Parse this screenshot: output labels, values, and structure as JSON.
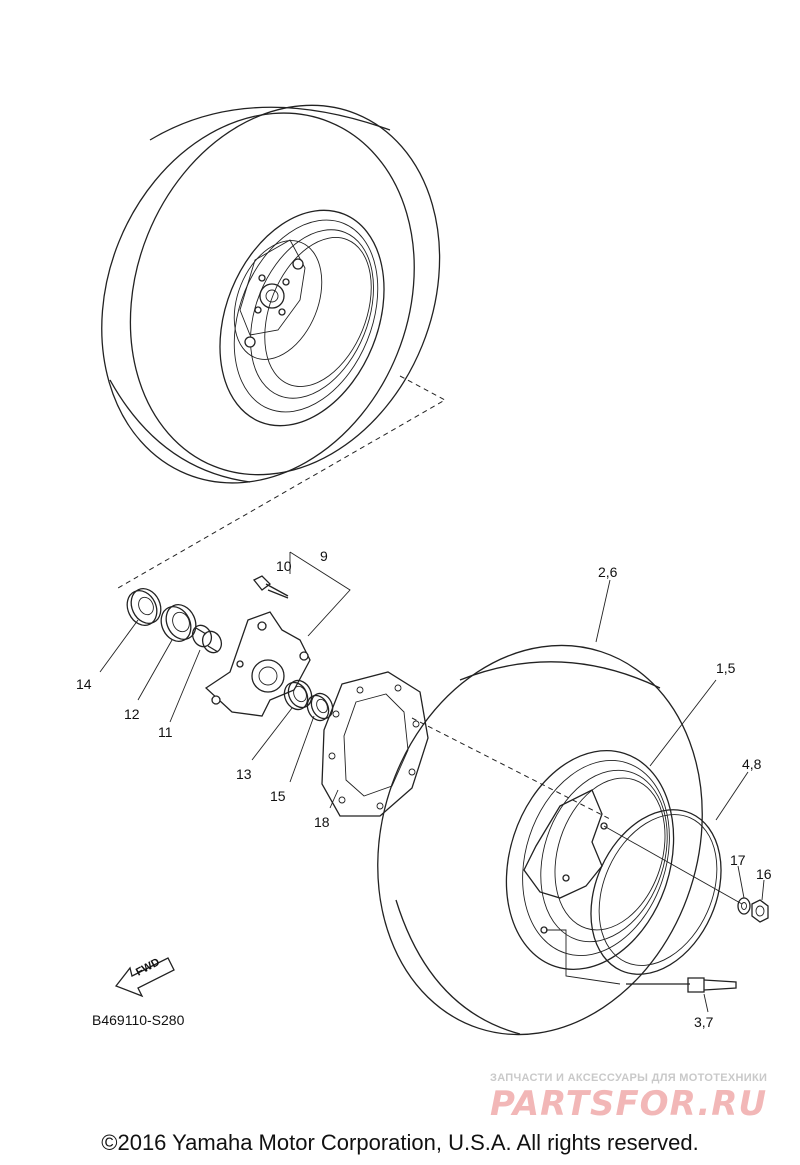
{
  "callouts": {
    "c9": "9",
    "c10": "10",
    "c14": "14",
    "c12": "12",
    "c11": "11",
    "c13": "13",
    "c15": "15",
    "c18": "18",
    "c26": "2,6",
    "c15b": "1,5",
    "c48": "4,8",
    "c17": "17",
    "c16": "16",
    "c37": "3,7"
  },
  "fwd_label": "FWD",
  "catalog_code": "B469110-S280",
  "watermark": {
    "subtitle": "ЗАПЧАСТИ И АКСЕССУАРЫ ДЛЯ МОТОТЕХНИКИ",
    "logo": "PARTSFOR.RU"
  },
  "copyright": "©2016 Yamaha Motor Corporation, U.S.A. All rights reserved.",
  "colors": {
    "line": "#222222",
    "watermark_logo": "#f2b7b7",
    "watermark_text": "#c9c9c9"
  }
}
